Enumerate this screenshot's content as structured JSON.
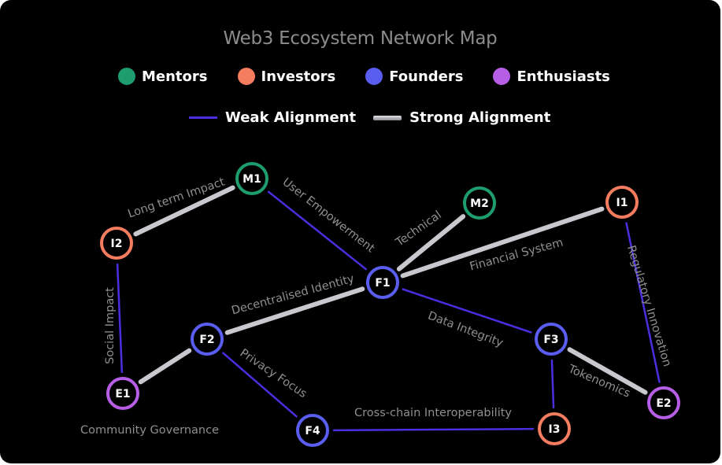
{
  "title": "Web3 Ecosystem Network Map",
  "legend": {
    "groups": [
      {
        "label": "Mentors",
        "color": "#1e9e6e"
      },
      {
        "label": "Investors",
        "color": "#f47c5f"
      },
      {
        "label": "Founders",
        "color": "#5a5ef0"
      },
      {
        "label": "Enthusiasts",
        "color": "#b75ee6"
      }
    ],
    "lines": {
      "weak": "Weak Alignment",
      "strong": "Strong Alignment"
    }
  },
  "nodes": [
    {
      "id": "M1",
      "group": "Mentors"
    },
    {
      "id": "M2",
      "group": "Mentors"
    },
    {
      "id": "I1",
      "group": "Investors"
    },
    {
      "id": "I2",
      "group": "Investors"
    },
    {
      "id": "I3",
      "group": "Investors"
    },
    {
      "id": "F1",
      "group": "Founders"
    },
    {
      "id": "F2",
      "group": "Founders"
    },
    {
      "id": "F3",
      "group": "Founders"
    },
    {
      "id": "F4",
      "group": "Founders"
    },
    {
      "id": "E1",
      "group": "Enthusiasts"
    },
    {
      "id": "E2",
      "group": "Enthusiasts"
    }
  ],
  "edges": [
    {
      "from": "I2",
      "to": "M1",
      "label": "Long term Impact",
      "strength": "strong"
    },
    {
      "from": "M1",
      "to": "F1",
      "label": "User Empowerment",
      "strength": "weak"
    },
    {
      "from": "F1",
      "to": "M2",
      "label": "Technical",
      "strength": "strong"
    },
    {
      "from": "F1",
      "to": "I1",
      "label": "Financial System",
      "strength": "strong"
    },
    {
      "from": "I2",
      "to": "E1",
      "label": "Social Impact",
      "strength": "weak"
    },
    {
      "from": "F2",
      "to": "F1",
      "label": "Decentralised Identity",
      "strength": "strong"
    },
    {
      "from": "F1",
      "to": "F3",
      "label": "Data Integrity",
      "strength": "weak"
    },
    {
      "from": "I1",
      "to": "E2",
      "label": "Regulatory Innovation",
      "strength": "weak"
    },
    {
      "from": "E1",
      "to": "F2",
      "label": "Community Governance",
      "strength": "strong"
    },
    {
      "from": "F2",
      "to": "F4",
      "label": "Privacy Focus",
      "strength": "weak"
    },
    {
      "from": "F3",
      "to": "E2",
      "label": "Tokenomics",
      "strength": "strong"
    },
    {
      "from": "F3",
      "to": "I3",
      "label": "",
      "strength": "weak"
    },
    {
      "from": "F4",
      "to": "I3",
      "label": "Cross-chain Interoperability",
      "strength": "weak"
    }
  ]
}
